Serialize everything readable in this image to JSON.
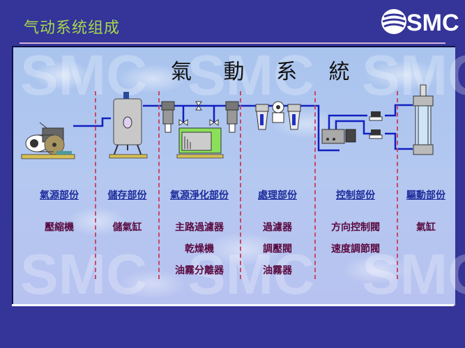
{
  "slide": {
    "title": "气动系统组成",
    "logo_text": "SMC",
    "logo_icon": "smc-logo-icon"
  },
  "diagram": {
    "title": "氣 動 系 統",
    "watermark_text": "SMC",
    "colors": {
      "background": "#343499",
      "title": "#a8d84a",
      "header_text": "#1c2a9a",
      "item_text": "#5a0a40",
      "pipe": "#1020c0",
      "divider": "#c44a6a"
    },
    "components_icons": [
      "air-compressor-icon",
      "air-tank-icon",
      "main-filter-icon",
      "dryer-icon",
      "oil-mist-separator-icon",
      "frl-unit-icon",
      "directional-valve-icon",
      "speed-control-valve-icon",
      "cylinder-icon"
    ],
    "columns": [
      {
        "header": "氣源部份",
        "items": [
          "壓縮機"
        ]
      },
      {
        "header": "儲存部份",
        "items": [
          "儲氣缸"
        ]
      },
      {
        "header": "氣源淨化部份",
        "items": [
          "主路過濾器",
          "乾燥機",
          "油霧分離器"
        ]
      },
      {
        "header": "處理部份",
        "items": [
          "過濾器",
          "調壓閥",
          "油霧器"
        ]
      },
      {
        "header": "控制部份",
        "items": [
          "方向控制閥",
          "速度調節閥"
        ]
      },
      {
        "header": "驅動部份",
        "items": [
          "氣缸"
        ]
      }
    ]
  }
}
